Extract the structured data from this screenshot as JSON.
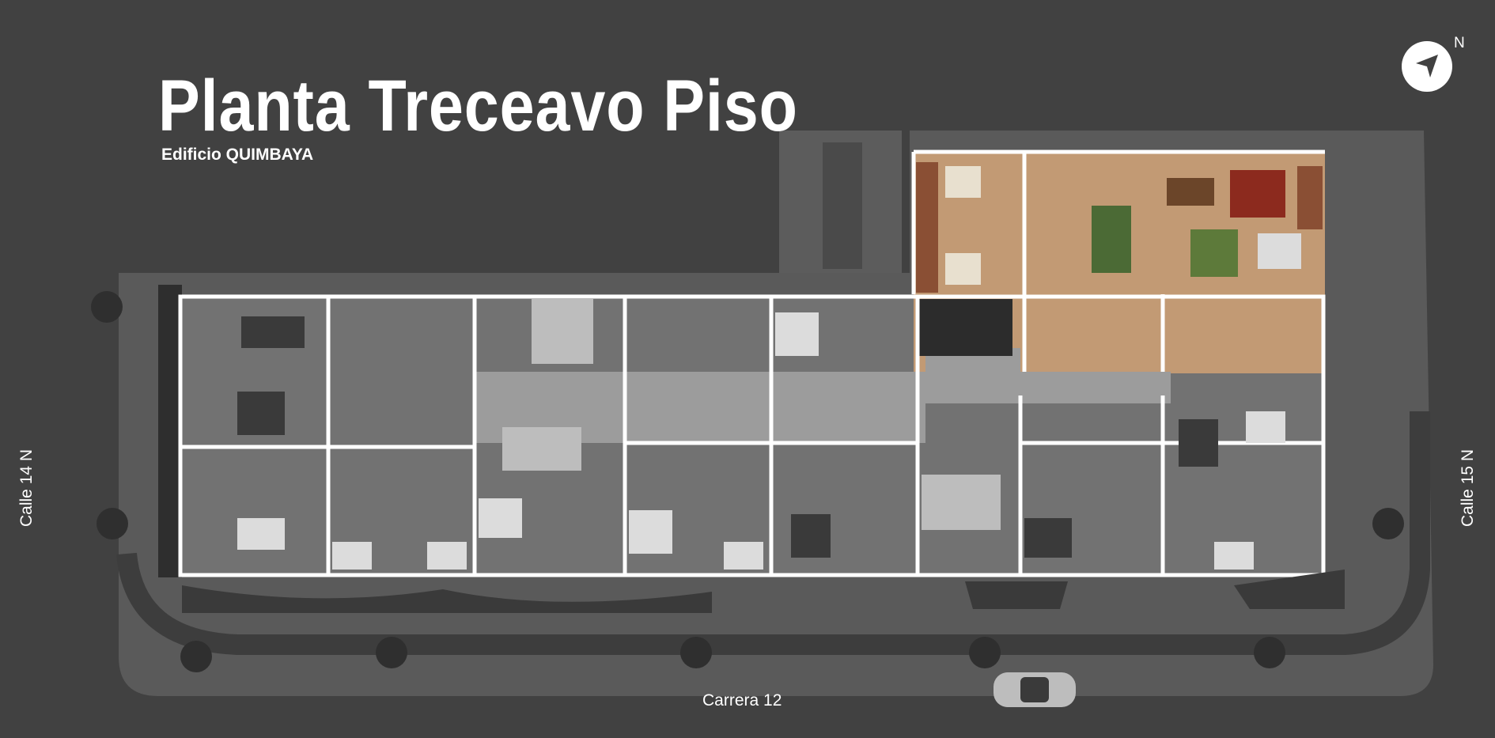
{
  "title": "Planta Treceavo Piso",
  "subtitle": "Edificio QUIMBAYA",
  "compass": {
    "letter": "N",
    "icon": "north-arrow-icon"
  },
  "streets": {
    "left": "Calle 14 N",
    "right": "Calle 15 N",
    "bottom": "Carrera 12"
  },
  "colors": {
    "background": "#414141",
    "plan_floor": "#6e6e6e",
    "highlight_floor": "#c9a27f",
    "wall": "#ffffff"
  }
}
